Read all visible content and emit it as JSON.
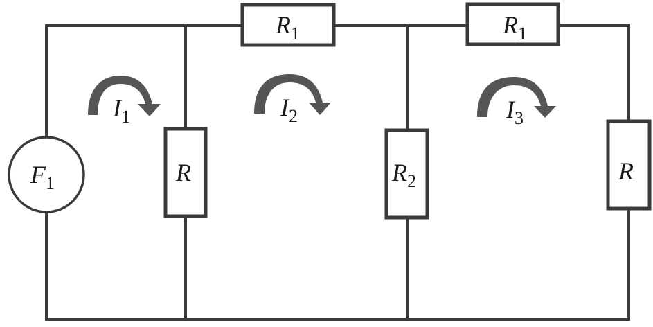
{
  "diagram": {
    "type": "circuit-schematic",
    "source": {
      "symbol": "F",
      "subscript": "1"
    },
    "resistors": [
      {
        "id": "shunt-left",
        "symbol": "R",
        "subscript": ""
      },
      {
        "id": "series-left",
        "symbol": "R",
        "subscript": "1"
      },
      {
        "id": "shunt-middle",
        "symbol": "R",
        "subscript": "2"
      },
      {
        "id": "series-right",
        "symbol": "R",
        "subscript": "1"
      },
      {
        "id": "shunt-right",
        "symbol": "R",
        "subscript": ""
      }
    ],
    "loop_currents": [
      {
        "symbol": "I",
        "subscript": "1",
        "direction": "clockwise"
      },
      {
        "symbol": "I",
        "subscript": "2",
        "direction": "clockwise"
      },
      {
        "symbol": "I",
        "subscript": "3",
        "direction": "clockwise"
      }
    ],
    "colors": {
      "wire": "#3a3a3a",
      "arrow": "#555555",
      "text": "#1a1a1a"
    }
  }
}
